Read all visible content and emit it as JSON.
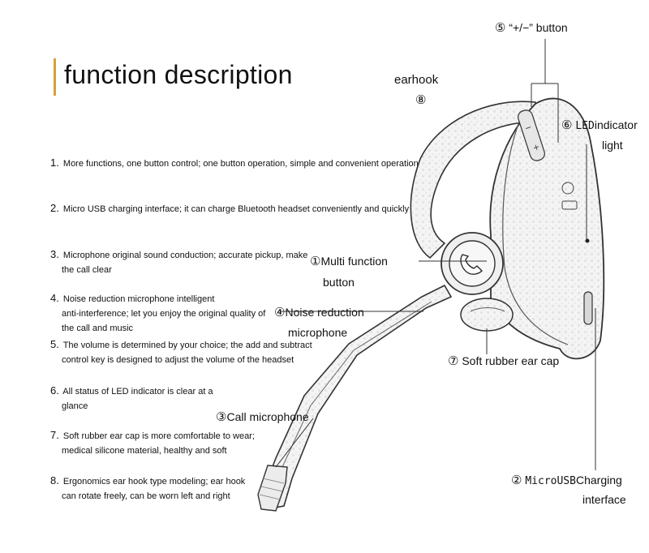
{
  "title": "function description",
  "features": [
    {
      "num": "1.",
      "lines": [
        "More functions, one button control; one button operation, simple and convenient operation"
      ]
    },
    {
      "num": "2.",
      "lines": [
        "Micro USB charging interface; it can charge Bluetooth headset conveniently and quickly"
      ]
    },
    {
      "num": "3.",
      "lines": [
        "Microphone original sound conduction; accurate pickup, make",
        "the call clear"
      ]
    },
    {
      "num": "4.",
      "lines": [
        "Noise reduction microphone intelligent",
        "anti-interference; let you enjoy the original quality of",
        "the call and music"
      ]
    },
    {
      "num": "5.",
      "lines": [
        "The volume is determined by your choice; the add and subtract",
        "control key is designed to adjust the volume of the headset"
      ]
    },
    {
      "num": "6.",
      "lines": [
        "All status of LED indicator is clear at a",
        "glance"
      ]
    },
    {
      "num": "7.",
      "lines": [
        "Soft rubber ear cap is more comfortable to wear;",
        "medical silicone material, healthy and soft"
      ]
    },
    {
      "num": "8.",
      "lines": [
        "Ergonomics ear hook type modeling; ear hook",
        "can rotate freely, can be worn left and right"
      ]
    }
  ],
  "callouts": {
    "volume_button": {
      "mark": "⑤",
      "text": "“+/−” button"
    },
    "earhook": {
      "text": "earhook",
      "mark": "⑧"
    },
    "led": {
      "mark": "⑥",
      "text_a": "LED",
      "text_b": "indicator",
      "text_c": "light"
    },
    "multi_function": {
      "mark": "①",
      "text_a": "Multi function",
      "text_b": "button"
    },
    "noise_mic": {
      "mark": "④",
      "text_a": "Noise reduction",
      "text_b": "microphone"
    },
    "ear_cap": {
      "mark": "⑦",
      "text": "Soft rubber ear cap"
    },
    "call_mic": {
      "mark": "③",
      "text": "Call microphone"
    },
    "usb": {
      "mark": "②",
      "text_a": "MicroUSB",
      "text_b": "Charging",
      "text_c": "interface"
    }
  },
  "colors": {
    "accent_bar": "#d4a23c",
    "line": "#333333",
    "body_fill": "#f2f2f2"
  }
}
